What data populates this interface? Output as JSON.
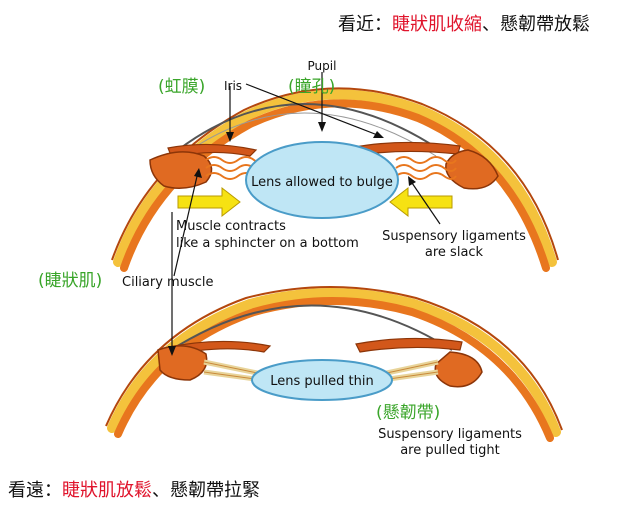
{
  "title_near": {
    "prefix": "看近：",
    "highlight": "睫狀肌收縮",
    "suffix": "、懸韌帶放鬆"
  },
  "title_far": {
    "prefix": "看遠：",
    "highlight": "睫狀肌放鬆",
    "suffix": "、懸韌帶拉緊"
  },
  "labels": {
    "pupil": "Pupil",
    "iris": "Iris",
    "iris_zh": "(虹膜)",
    "pupil_zh": "(瞳孔)",
    "lens_near": "Lens allowed to bulge",
    "muscle_line1": "Muscle contracts",
    "muscle_line2": "like a sphincter on a bottom",
    "slack_line1": "Suspensory ligaments",
    "slack_line2": "are slack",
    "ciliary_zh": "(睫狀肌)",
    "ciliary": "Ciliary muscle",
    "lens_far": "Lens pulled thin",
    "ligament_zh": "(懸韌帶)",
    "tight_line1": "Suspensory ligaments",
    "tight_line2": "are pulled tight"
  },
  "colors": {
    "highlight_red": "#e0142c",
    "label_green": "#3aa52a",
    "lens_fill": "#bfe6f5",
    "lens_stroke": "#4a9cc8",
    "muscle_orange": "#e8761e",
    "muscle_dark": "#b4470d",
    "sclera_yellow": "#f4c23c",
    "arrow_yellow": "#f6e212",
    "ligament_tan": "#e8d49a"
  }
}
